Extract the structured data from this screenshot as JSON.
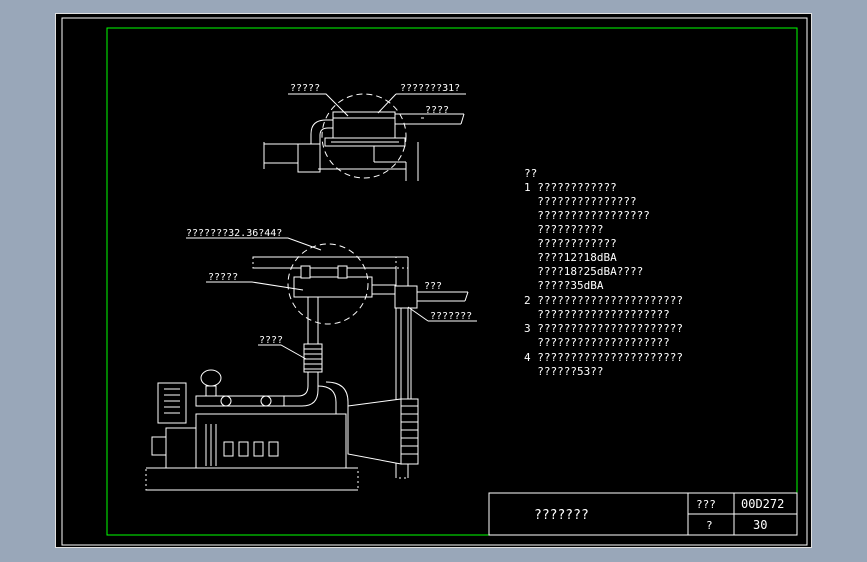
{
  "colors": {
    "background": "#99a7b9",
    "canvas": "#000000",
    "frame": "#00ff00",
    "lines": "#ffffff"
  },
  "top_detail": {
    "label_1": "?????",
    "label_2": "???????31?",
    "label_3": "????"
  },
  "main_view": {
    "label_1": "???????32.36?44?",
    "label_2": "?????",
    "label_3": "???",
    "label_4": "???????",
    "label_5": "????"
  },
  "notes": {
    "heading": "??",
    "lines": [
      "1 ????????????",
      "  ???????????????",
      "  ?????????????????",
      "  ??????????",
      "  ????????????",
      "  ????12?18dBA",
      "  ????18?25dBA????",
      "  ?????35dBA",
      "2 ??????????????????????",
      "  ????????????????????",
      "3 ??????????????????????",
      "  ????????????????????",
      "4 ??????????????????????",
      "  ??????53??"
    ]
  },
  "title_block": {
    "drawing_title": "???????",
    "label_drawing_no": "???",
    "drawing_no": "00D272",
    "label_page": "?",
    "page": "30"
  }
}
